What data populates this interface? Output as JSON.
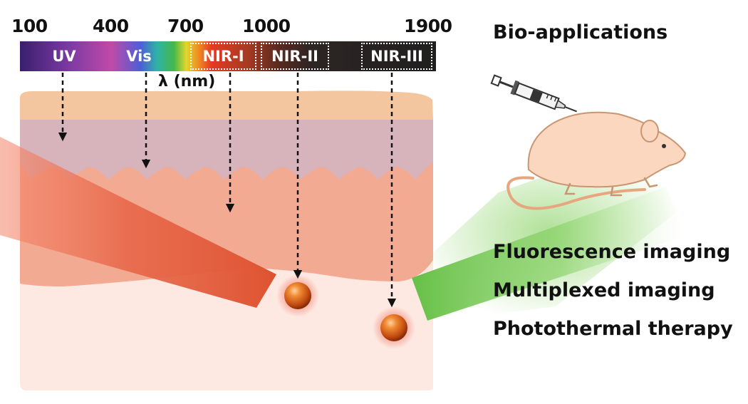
{
  "spectrum": {
    "ticks": [
      "100",
      "400",
      "700",
      "1000",
      "1900"
    ],
    "unit_label": "λ (nm)",
    "bands": [
      "UV",
      "Vis",
      "NIR-I",
      "NIR-II",
      "NIR-III"
    ]
  },
  "applications": {
    "heading": "Bio-applications",
    "items": [
      "Fluorescence imaging",
      "Multiplexed imaging",
      "Photothermal therapy"
    ]
  },
  "colors": {
    "epidermis": "#f3c6a0",
    "dermis_layer": "#d7b4bc",
    "tissue": "#f2aa93",
    "deep_tissue": "#fde9e2",
    "excitation_beam": "#e8684a",
    "emission_beam": "#6cc24a",
    "nanoparticle": "#d9651a",
    "mouse": "#fbd7bf"
  }
}
